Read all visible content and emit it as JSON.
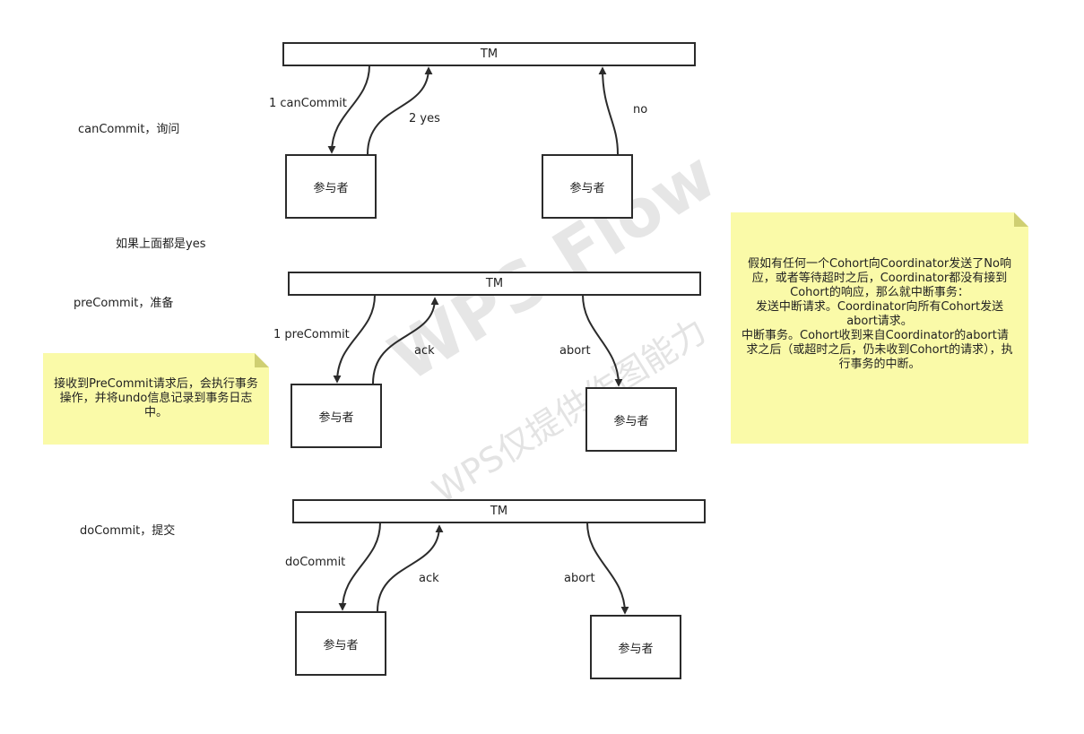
{
  "phases": {
    "can": {
      "step_label": "canCommit，询问",
      "tm_label": "TM",
      "participant_left": "参与者",
      "participant_right": "参与者",
      "arrow_request": "1  canCommit",
      "arrow_reply_left": "2 yes",
      "arrow_reply_right": "no"
    },
    "condition": "如果上面都是yes",
    "pre": {
      "step_label": "preCommit，准备",
      "tm_label": "TM",
      "participant_left": "参与者",
      "participant_right": "参与者",
      "arrow_request": "1 preCommit",
      "arrow_reply_left": "ack",
      "arrow_reply_right": "abort"
    },
    "do": {
      "step_label": "doCommit，提交",
      "tm_label": "TM",
      "participant_left": "参与者",
      "participant_right": "参与者",
      "arrow_request": "doCommit",
      "arrow_reply_left": "ack",
      "arrow_reply_right": "abort"
    }
  },
  "notes": {
    "precommit_note": [
      "接收到PreCommit请求后，会执行事务",
      "操作，并将undo信息记录到事务日志",
      "中。"
    ],
    "abort_note": [
      "假如有任何一个Cohort向Coordinator发送了No响",
      "应，或者等待超时之后，Coordinator都没有接到",
      "Cohort的响应，那么就中断事务：",
      "发送中断请求。Coordinator向所有Cohort发送",
      "abort请求。",
      "中断事务。Cohort收到来自Coordinator的abort请",
      "求之后（或超时之后，仍未收到Cohort的请求），执",
      "行事务的中断。"
    ]
  },
  "watermark": {
    "line1": "WPS Flow",
    "line2": "WPS仅提供作图能力"
  },
  "colors": {
    "note_fill": "#fafaa8",
    "stroke": "#2b2b2b",
    "watermark": "#cfcfcf"
  }
}
